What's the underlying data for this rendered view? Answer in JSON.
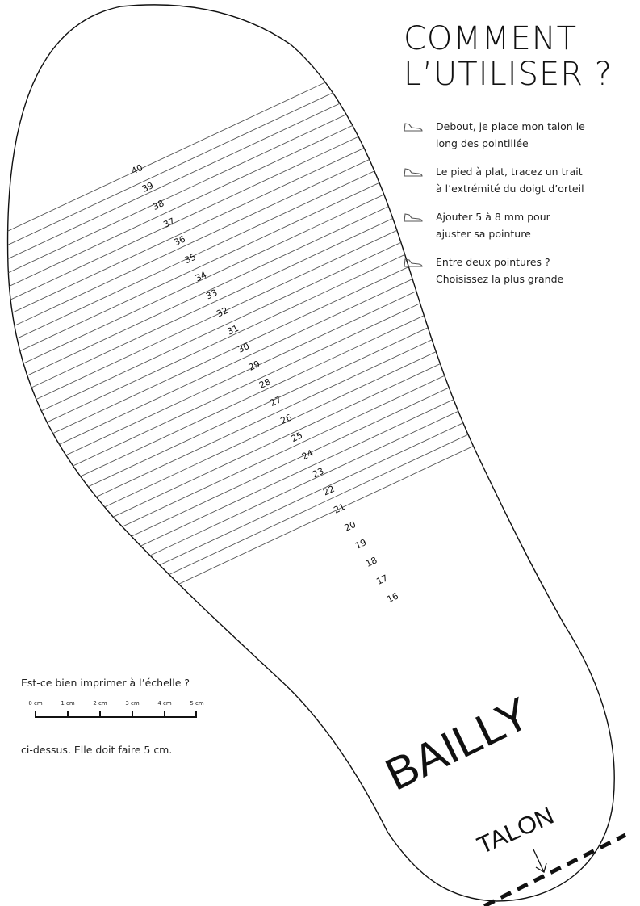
{
  "title": {
    "line1": "COMMENT",
    "line2": "L’UTILISER ?"
  },
  "steps": [
    {
      "icon": "shoe-icon",
      "text_l1": "Debout, je place mon talon le",
      "text_l2": "long des pointillée"
    },
    {
      "icon": "shoe-icon",
      "text_l1": "Le pied à plat, tracez un trait",
      "text_l2": "à l’extrémité du doigt d’orteil"
    },
    {
      "icon": "shoe-icon",
      "text_l1": "Ajouter 5 à 8 mm pour",
      "text_l2": "ajuster sa pointure"
    },
    {
      "icon": "shoe-icon",
      "text_l1": "Entre deux pointures ?",
      "text_l2": "Choisissez la plus grande"
    }
  ],
  "sizes": [
    "40",
    "39",
    "38",
    "37",
    "36",
    "35",
    "34",
    "33",
    "32",
    "31",
    "30",
    "29",
    "28",
    "27",
    "26",
    "25",
    "24",
    "23",
    "22",
    "21",
    "20",
    "19",
    "18",
    "17",
    "16"
  ],
  "brand": "BAILLY",
  "heel_label": "TALON",
  "scale_question": "Est-ce bien imprimer à l’échelle ?",
  "ruler_labels": [
    "0 cm",
    "1 cm",
    "2 cm",
    "3 cm",
    "4 cm",
    "5 cm"
  ],
  "scale_note": "ci-dessus. Elle doit faire 5 cm.",
  "colors": {
    "ink": "#111111",
    "line": "#555555",
    "background": "#ffffff"
  }
}
